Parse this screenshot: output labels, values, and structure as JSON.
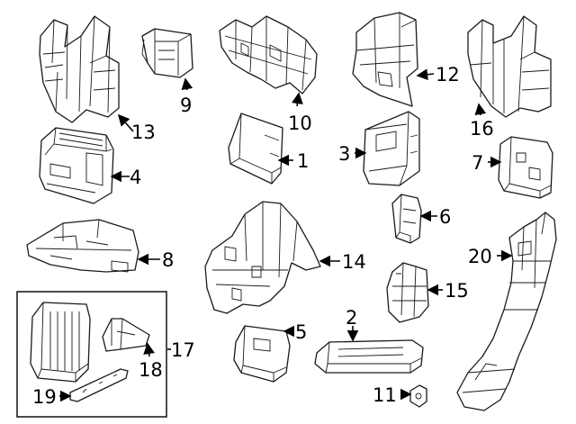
{
  "diagram": {
    "callouts": [
      {
        "id": "c1",
        "label": "1"
      },
      {
        "id": "c2",
        "label": "2"
      },
      {
        "id": "c3",
        "label": "3"
      },
      {
        "id": "c4",
        "label": "4"
      },
      {
        "id": "c5",
        "label": "5"
      },
      {
        "id": "c6",
        "label": "6"
      },
      {
        "id": "c7",
        "label": "7"
      },
      {
        "id": "c8",
        "label": "8"
      },
      {
        "id": "c9",
        "label": "9"
      },
      {
        "id": "c10",
        "label": "10"
      },
      {
        "id": "c11",
        "label": "11"
      },
      {
        "id": "c12",
        "label": "12"
      },
      {
        "id": "c13",
        "label": "13"
      },
      {
        "id": "c14",
        "label": "14"
      },
      {
        "id": "c15",
        "label": "15"
      },
      {
        "id": "c16",
        "label": "16"
      },
      {
        "id": "c17",
        "label": "17"
      },
      {
        "id": "c18",
        "label": "18"
      },
      {
        "id": "c19",
        "label": "19"
      },
      {
        "id": "c20",
        "label": "20"
      }
    ]
  },
  "colors": {
    "line": "#1a1a1a",
    "background": "#ffffff"
  }
}
